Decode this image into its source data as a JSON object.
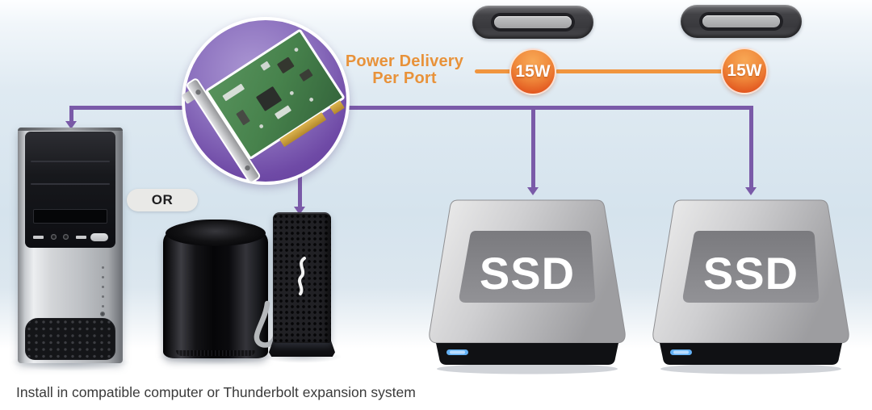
{
  "diagram": {
    "power_label": {
      "line1": "Power Delivery",
      "line2": "Per Port"
    },
    "ports": [
      {
        "name": "usb-c-port-1",
        "power_badge": "15W"
      },
      {
        "name": "usb-c-port-2",
        "power_badge": "15W"
      }
    ],
    "or_label": "OR",
    "drives": [
      {
        "label": "SSD"
      },
      {
        "label": "SSD"
      }
    ],
    "caption": "Install in compatible computer or Thunderbolt expansion system",
    "colors": {
      "line_purple": "#7a5aa8",
      "line_orange": "#f0953f",
      "label_orange": "#e8923a",
      "badge_orange_top": "#f8a855",
      "badge_orange_bottom": "#d94c1a",
      "circle_purple_center": "#ab97d3",
      "circle_purple_edge": "#5e3a96",
      "caption_gray": "#3a3a3a",
      "background_blue": "#d5e3ed",
      "ssd_led_blue": "#63b1f5"
    }
  }
}
